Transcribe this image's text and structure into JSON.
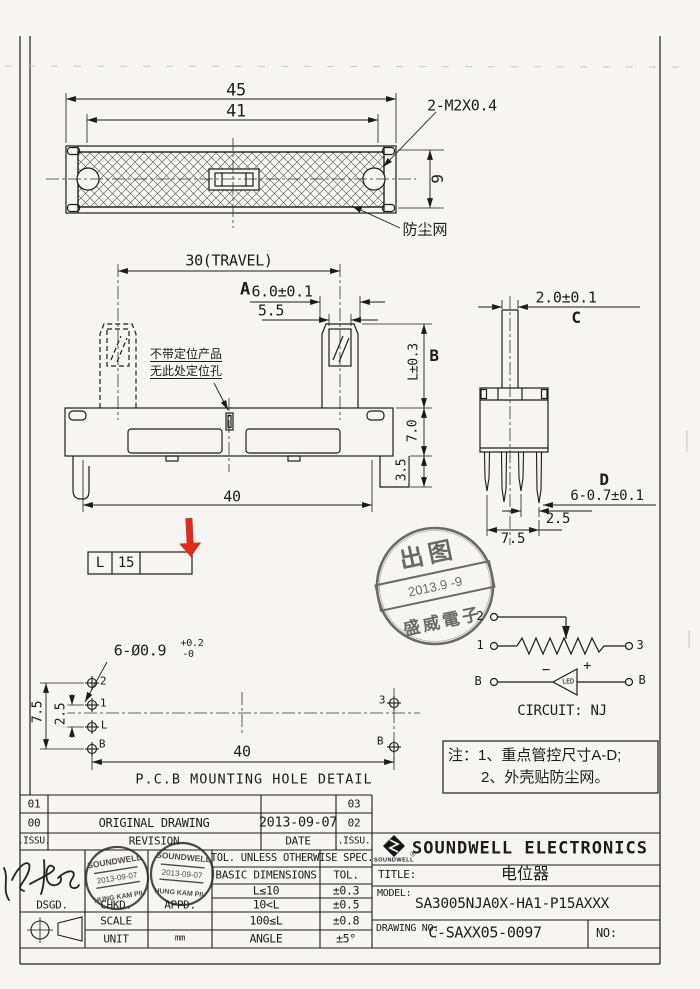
{
  "colors": {
    "paper": "#f6f5f1",
    "ink": "#1c1c1c",
    "red_arrow": "#df2a1f",
    "stamp_ink": "#474747"
  },
  "top_view": {
    "dim_45": "45",
    "dim_41": "41",
    "dim_9": "9",
    "screw_label": "2-M2X0.4",
    "dust_net_label": "防尘网"
  },
  "front_view": {
    "travel_label": "30(TRAVEL)",
    "dim_a_letter": "A",
    "dim_a_value": "6.0±0.1",
    "dim_5_5": "5.5",
    "dim_b_letter": "B",
    "dim_b_value": "L±0.3",
    "dim_7_0": "7.0",
    "dim_3_5": "3.5",
    "dim_40": "40",
    "note_line1": "不带定位产品",
    "note_line2": "无此处定位孔"
  },
  "side_view": {
    "dim_2_0": "2.0±0.1",
    "dim_c_letter": "C",
    "dim_d_letter": "D",
    "dim_pin": "6-0.7±0.1",
    "dim_2_5": "2.5",
    "dim_7_5": "7.5"
  },
  "length_table": {
    "col1": "L",
    "col2": "15"
  },
  "release_stamp": {
    "line1": "出图",
    "line2": "2013.9 -9",
    "line3": "盛威電子"
  },
  "circuit": {
    "t2": "2",
    "t1": "1",
    "t3": "3",
    "tb_left": "B",
    "tb_right": "B",
    "minus": "−",
    "plus": "+",
    "led": "LED",
    "caption": "CIRCUIT: NJ"
  },
  "pcb_detail": {
    "hole_callout": "6-Ø0.9",
    "tol_up": "+0.2",
    "tol_dn": "-0",
    "pins_left": [
      "2",
      "1",
      "L",
      "B"
    ],
    "pin_3": "3",
    "pin_b": "B",
    "dim_7_5": "7.5",
    "dim_2_5": "2.5",
    "dim_40": "40",
    "caption": "P.C.B MOUNTING HOLE DETAIL"
  },
  "notes": {
    "line1": "注：1、重点管控尺寸A-D;",
    "line2": "2、外壳贴防尘网。"
  },
  "revision_table": {
    "r1_issu_l": "01",
    "r1_rev": "",
    "r1_date": "",
    "r1_issu_r": "03",
    "r2_issu_l": "00",
    "r2_rev": "ORIGINAL  DRAWING",
    "r2_date": "2013-09-07",
    "r2_issu_r": "02",
    "r3_issu_l": ".ISSU.",
    "r3_rev": "REVISION",
    "r3_date": "DATE",
    "r3_issu_r": ".ISSU."
  },
  "tolerance_table": {
    "header": "TOL. UNLESS OTHERWISE SPEC.",
    "col_dim": "BASIC DIMENSIONS",
    "col_tol": "TOL.",
    "row1_dim": "L≤10",
    "row1_tol": "±0.3",
    "row2_dim": "10<L",
    "row2_tol": "±0.5",
    "row3_dim": "100≤L",
    "row3_tol": "±0.8",
    "row4_dim": "ANGLE",
    "row4_tol": "±5°"
  },
  "sign_block": {
    "dsgd": "DSGD.",
    "chkd": "CHKD.",
    "appd": "APPD.",
    "scale": "SCALE",
    "unit": "UNIT",
    "unit_value": "mm",
    "signature": "吴扶亮"
  },
  "approval_stamp": {
    "company": "SOUNDWELL",
    "date": "2013-09-07",
    "name": "HUNG KAM PIU"
  },
  "title_block": {
    "logo_text": "SOUNDWELL",
    "reg_mark": "®",
    "company": "SOUNDWELL ELECTRONICS",
    "title_label": "TITLE:",
    "title_value": "电位器",
    "model_label": "MODEL:",
    "model_value": "SA3005NJA0X-HA1-P15AXXX",
    "drawing_no_label": "DRAWING NO:",
    "drawing_no_value": "C-SAXX05-0097",
    "no_label": "NO:"
  }
}
